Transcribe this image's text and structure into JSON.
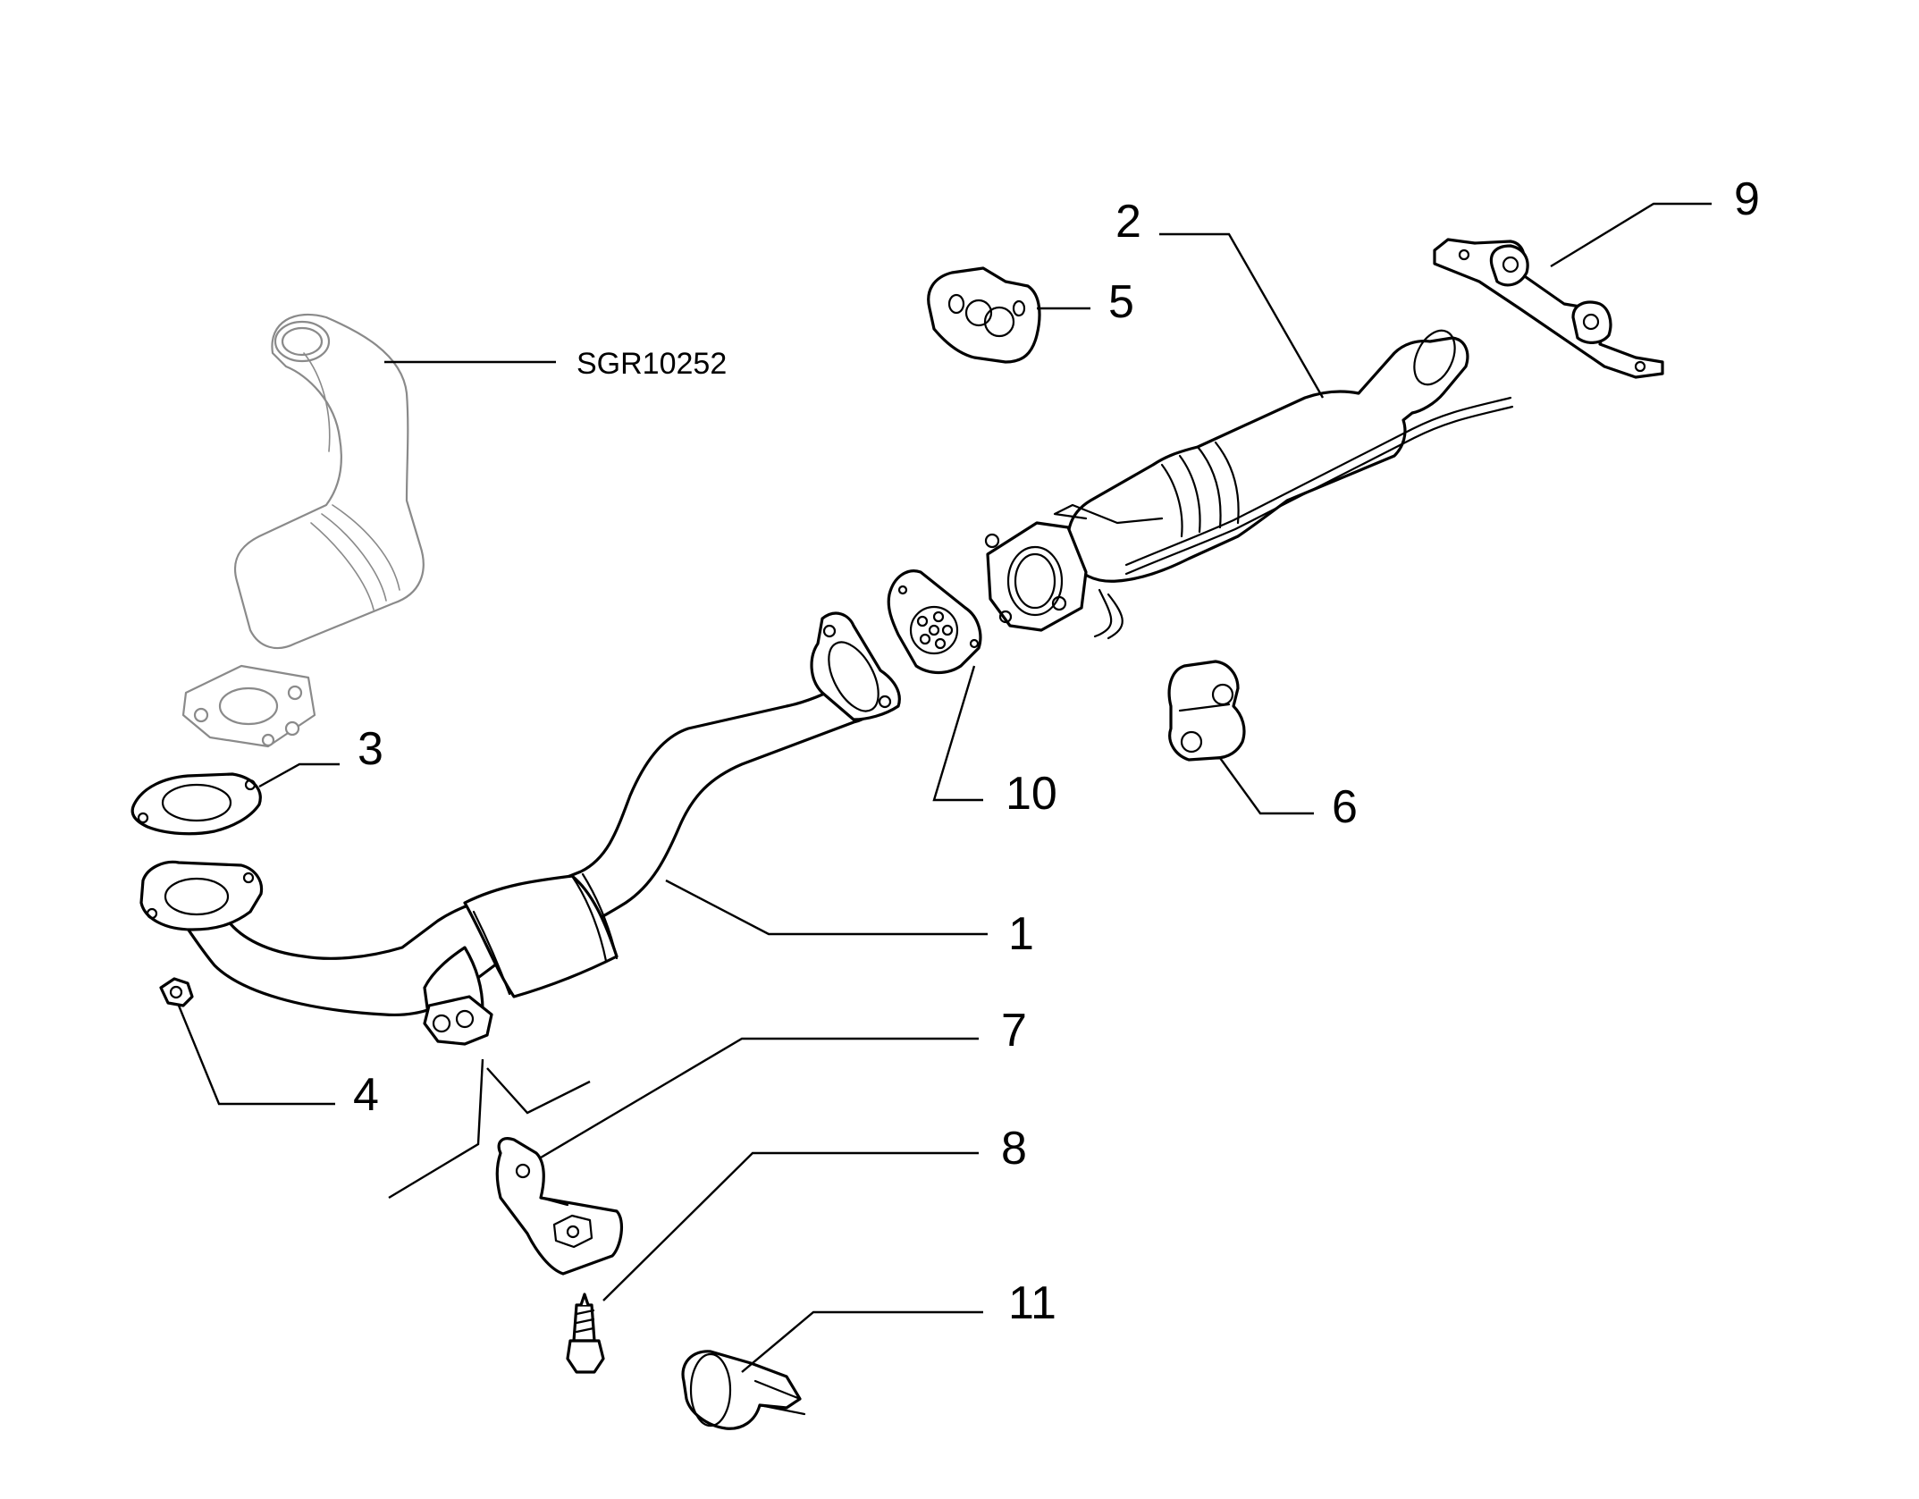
{
  "diagram": {
    "reference_label": "SGR10252",
    "callouts": {
      "c1": "1",
      "c2": "2",
      "c3": "3",
      "c4": "4",
      "c5": "5",
      "c6": "6",
      "c7": "7",
      "c8": "8",
      "c9": "9",
      "c10": "10",
      "c11": "11"
    }
  }
}
